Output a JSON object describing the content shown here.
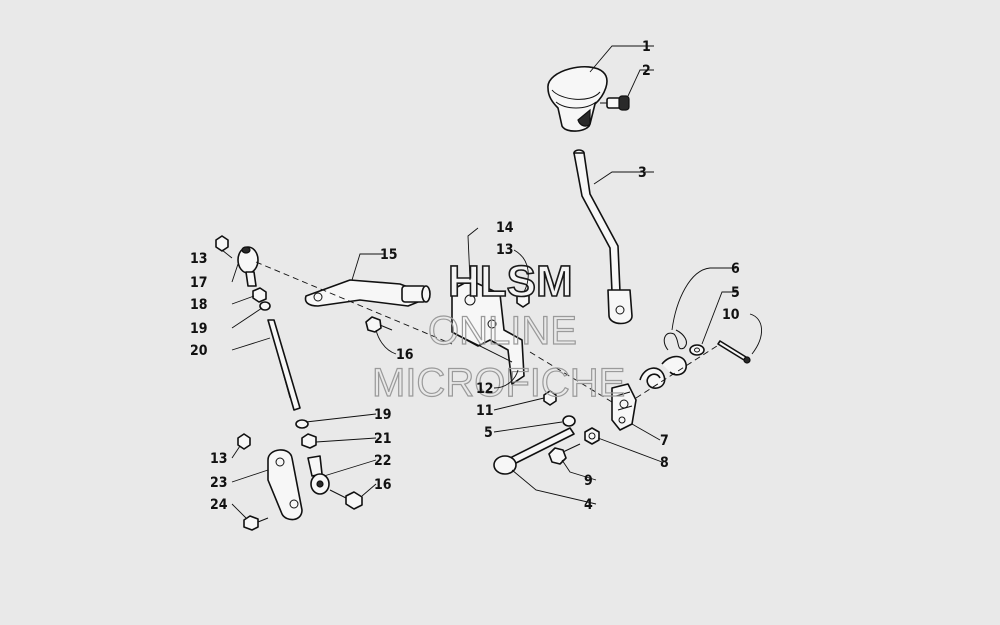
{
  "watermark": {
    "line1": "HLSM",
    "line2": "ONLINE",
    "line3": "MICROFICHE"
  },
  "callouts": [
    {
      "id": "c1",
      "label": "1"
    },
    {
      "id": "c2",
      "label": "2"
    },
    {
      "id": "c3",
      "label": "3"
    },
    {
      "id": "c6",
      "label": "6"
    },
    {
      "id": "c5a",
      "label": "5"
    },
    {
      "id": "c10",
      "label": "10"
    },
    {
      "id": "c14",
      "label": "14"
    },
    {
      "id": "c13a",
      "label": "13"
    },
    {
      "id": "c15",
      "label": "15"
    },
    {
      "id": "c13b",
      "label": "13"
    },
    {
      "id": "c17",
      "label": "17"
    },
    {
      "id": "c18",
      "label": "18"
    },
    {
      "id": "c19a",
      "label": "19"
    },
    {
      "id": "c20",
      "label": "20"
    },
    {
      "id": "c16a",
      "label": "16"
    },
    {
      "id": "c12",
      "label": "12"
    },
    {
      "id": "c11",
      "label": "11"
    },
    {
      "id": "c5b",
      "label": "5"
    },
    {
      "id": "c7",
      "label": "7"
    },
    {
      "id": "c8",
      "label": "8"
    },
    {
      "id": "c9",
      "label": "9"
    },
    {
      "id": "c4",
      "label": "4"
    },
    {
      "id": "c19b",
      "label": "19"
    },
    {
      "id": "c21",
      "label": "21"
    },
    {
      "id": "c22",
      "label": "22"
    },
    {
      "id": "c16b",
      "label": "16"
    },
    {
      "id": "c13c",
      "label": "13"
    },
    {
      "id": "c23",
      "label": "23"
    },
    {
      "id": "c24",
      "label": "24"
    }
  ]
}
